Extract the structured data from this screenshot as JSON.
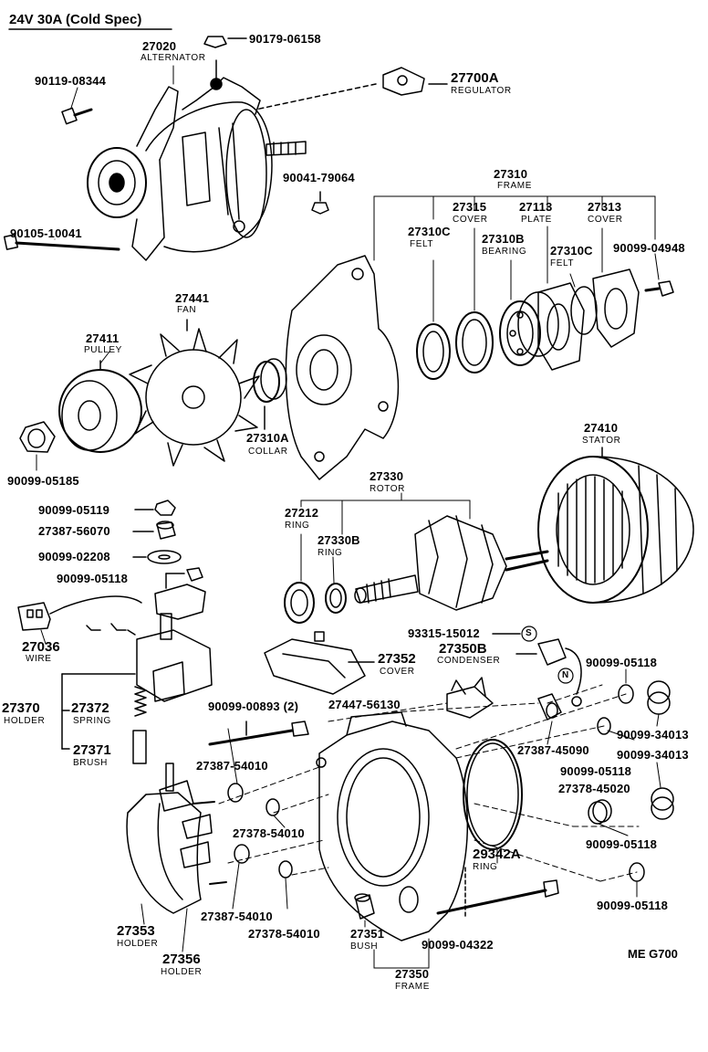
{
  "header": {
    "spec": "24V 30A (Cold Spec)"
  },
  "footer": {
    "code": "ME G700"
  },
  "circled_refs": {
    "s": "S",
    "n": "N"
  },
  "parts": [
    {
      "id": "p90179_06158",
      "number": "90179-06158",
      "name": ""
    },
    {
      "id": "p27020",
      "number": "27020",
      "name": "ALTERNATOR"
    },
    {
      "id": "p90119_08344",
      "number": "90119-08344",
      "name": ""
    },
    {
      "id": "p27700a",
      "number": "27700A",
      "name": "REGULATOR"
    },
    {
      "id": "p90041_79064",
      "number": "90041-79064",
      "name": ""
    },
    {
      "id": "p27310",
      "number": "27310",
      "name": "FRAME"
    },
    {
      "id": "p27315",
      "number": "27315",
      "name": "COVER"
    },
    {
      "id": "p27113",
      "number": "27113",
      "name": "PLATE"
    },
    {
      "id": "p27313",
      "number": "27313",
      "name": "COVER"
    },
    {
      "id": "p27310c_felt_a",
      "number": "27310C",
      "name": "FELT"
    },
    {
      "id": "p27310b",
      "number": "27310B",
      "name": "BEARING"
    },
    {
      "id": "p90105_10041",
      "number": "90105-10041",
      "name": ""
    },
    {
      "id": "p27310c_felt_b",
      "number": "27310C",
      "name": "FELT"
    },
    {
      "id": "p90099_04948",
      "number": "90099-04948",
      "name": ""
    },
    {
      "id": "p27441",
      "number": "27441",
      "name": "FAN"
    },
    {
      "id": "p27411",
      "number": "27411",
      "name": "PULLEY"
    },
    {
      "id": "p27310a",
      "number": "27310A",
      "name": "COLLAR"
    },
    {
      "id": "p90099_05185",
      "number": "90099-05185",
      "name": ""
    },
    {
      "id": "p27410",
      "number": "27410",
      "name": "STATOR"
    },
    {
      "id": "p27330",
      "number": "27330",
      "name": "ROTOR"
    },
    {
      "id": "p90099_05119",
      "number": "90099-05119",
      "name": ""
    },
    {
      "id": "p27212",
      "number": "27212",
      "name": "RING"
    },
    {
      "id": "p27387_56070",
      "number": "27387-56070",
      "name": ""
    },
    {
      "id": "p27330b",
      "number": "27330B",
      "name": "RING"
    },
    {
      "id": "p90099_02208",
      "number": "90099-02208",
      "name": ""
    },
    {
      "id": "p90099_05118_a",
      "number": "90099-05118",
      "name": ""
    },
    {
      "id": "p27036",
      "number": "27036",
      "name": "WIRE"
    },
    {
      "id": "p93315_15012",
      "number": "93315-15012",
      "name": ""
    },
    {
      "id": "p27350b",
      "number": "27350B",
      "name": "CONDENSER"
    },
    {
      "id": "p90099_05118_b",
      "number": "90099-05118",
      "name": ""
    },
    {
      "id": "p27352",
      "number": "27352",
      "name": "COVER"
    },
    {
      "id": "p27370",
      "number": "27370",
      "name": "HOLDER"
    },
    {
      "id": "p27372",
      "number": "27372",
      "name": "SPRING"
    },
    {
      "id": "p90099_00893",
      "number": "90099-00893 (2)",
      "name": ""
    },
    {
      "id": "p27447_56130",
      "number": "27447-56130",
      "name": ""
    },
    {
      "id": "p90099_34013_a",
      "number": "90099-34013",
      "name": ""
    },
    {
      "id": "p27387_45090",
      "number": "27387-45090",
      "name": ""
    },
    {
      "id": "p90099_34013_b",
      "number": "90099-34013",
      "name": ""
    },
    {
      "id": "p27371",
      "number": "27371",
      "name": "BRUSH"
    },
    {
      "id": "p27387_54010_a",
      "number": "27387-54010",
      "name": ""
    },
    {
      "id": "p90099_05118_c",
      "number": "90099-05118",
      "name": ""
    },
    {
      "id": "p27378_45020",
      "number": "27378-45020",
      "name": ""
    },
    {
      "id": "p27378_54010_a",
      "number": "27378-54010",
      "name": ""
    },
    {
      "id": "p90099_05118_d",
      "number": "90099-05118",
      "name": ""
    },
    {
      "id": "p29342a",
      "number": "29342A",
      "name": "RING"
    },
    {
      "id": "p90099_05118_e",
      "number": "90099-05118",
      "name": ""
    },
    {
      "id": "p27353",
      "number": "27353",
      "name": "HOLDER"
    },
    {
      "id": "p27387_54010_b",
      "number": "27387-54010",
      "name": ""
    },
    {
      "id": "p27378_54010_b",
      "number": "27378-54010",
      "name": ""
    },
    {
      "id": "p27351",
      "number": "27351",
      "name": "BUSH"
    },
    {
      "id": "p90099_04322",
      "number": "90099-04322",
      "name": ""
    },
    {
      "id": "p27356",
      "number": "27356",
      "name": "HOLDER"
    },
    {
      "id": "p27350",
      "number": "27350",
      "name": "FRAME"
    }
  ]
}
